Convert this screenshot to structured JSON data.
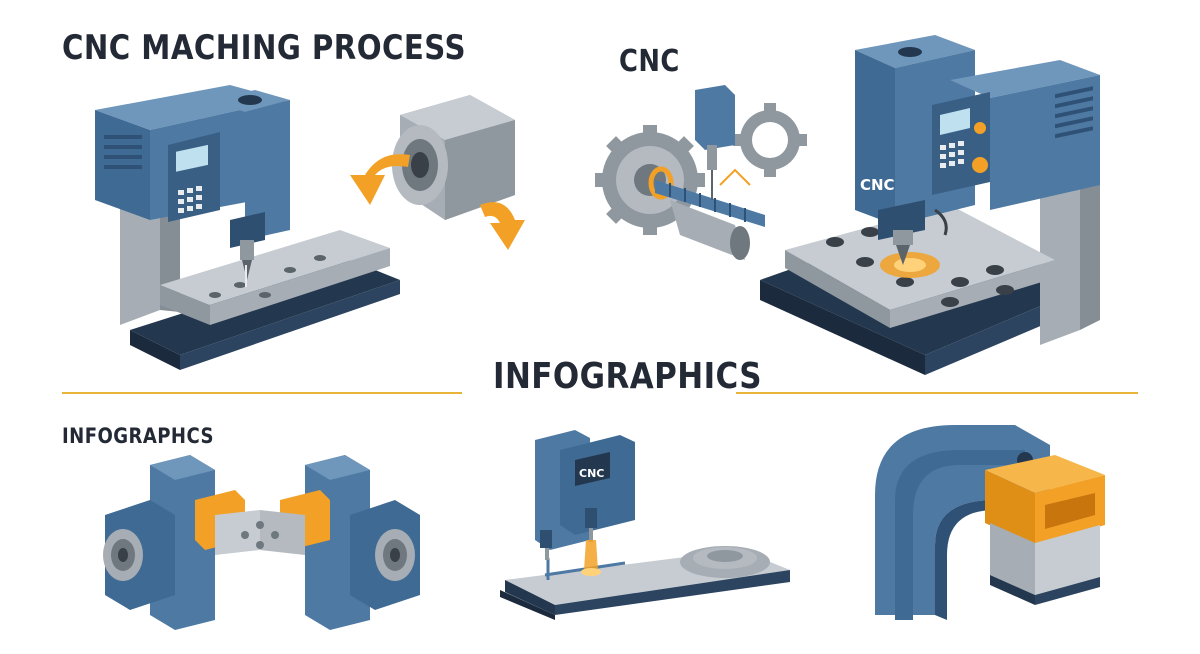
{
  "header": {
    "title": "CNC MACHING PROCESS",
    "cnc_heading": "CNC"
  },
  "section": {
    "title": "INFOGRAPHICS",
    "subtitle": "INFOGRAPHCS"
  },
  "machine_badges": {
    "large_mill": "CNC",
    "small_mill": "CNC"
  },
  "colors": {
    "machine_blue": "#4d79a3",
    "machine_dark": "#23384f",
    "steel": "#a6adb4",
    "accent_orange": "#f2a126",
    "divider_gold": "#e8b438",
    "heading_text": "#232a35"
  },
  "icons": [
    "cnc-milling-machine-icon",
    "lathe-chuck-icon",
    "rotation-arrows-icon",
    "gears-and-spindle-icon",
    "large-cnc-mill-icon",
    "dual-spindle-coupling-icon",
    "laser-engraver-icon",
    "bending-press-icon"
  ]
}
